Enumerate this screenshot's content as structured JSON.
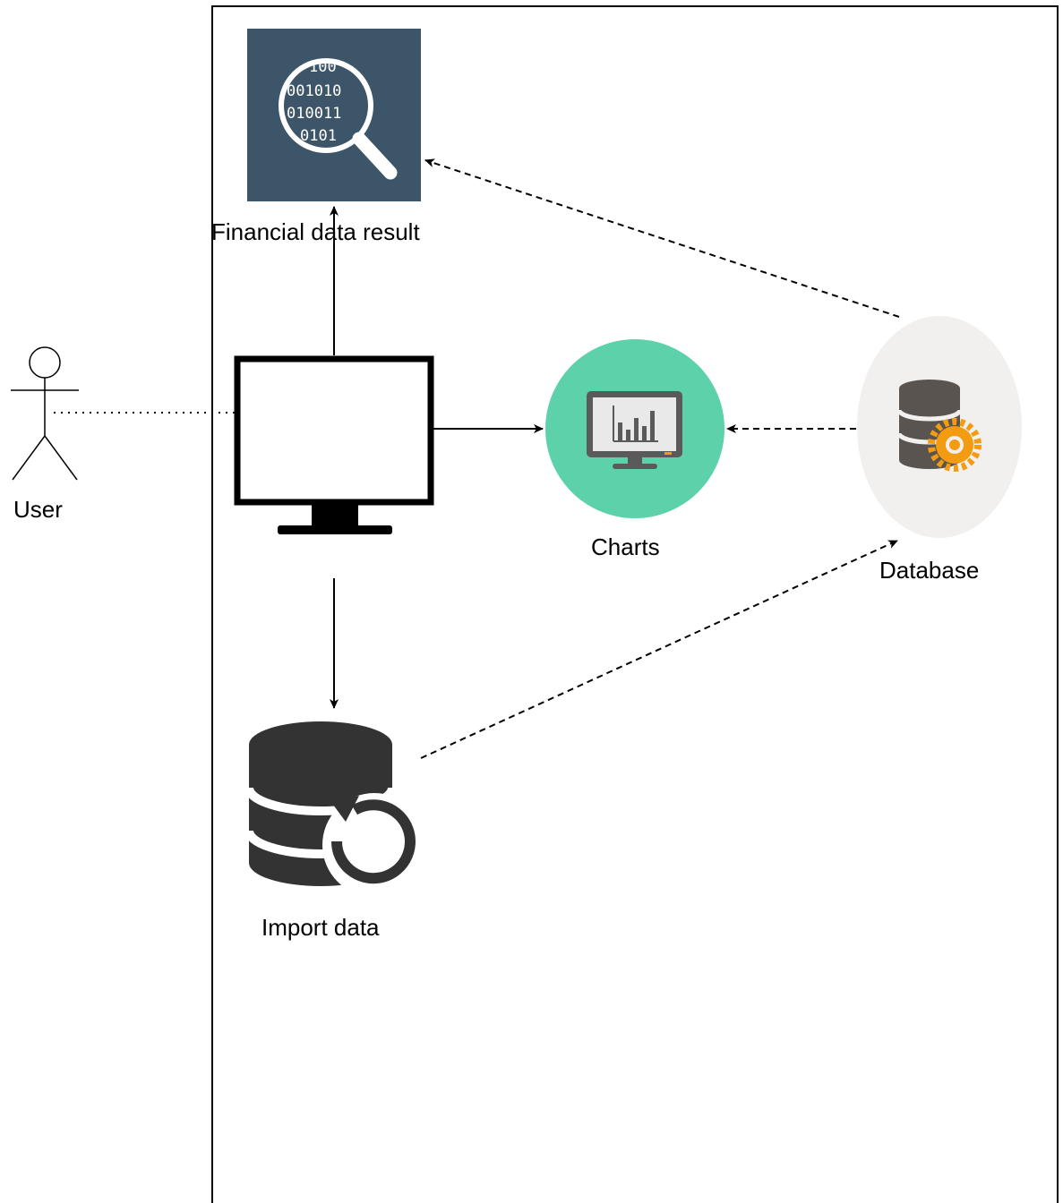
{
  "labels": {
    "user": "User",
    "financial_result": "Financial data result",
    "charts": "Charts",
    "database": "Database",
    "import_data": "Import data"
  },
  "magnifier_binary": [
    "100",
    "001010",
    "010011",
    "0101"
  ],
  "colors": {
    "result_tile": "#3d5568",
    "charts_circle": "#5dd2aa",
    "database_circle": "#f2f0ee",
    "gear": "#f39c12",
    "db_cylinder": "#5a5450",
    "import_icon": "#333333",
    "line": "#000000"
  },
  "icons": {
    "user": "actor-stick-figure-icon",
    "result": "magnifier-binary-icon",
    "monitor": "monitor-icon",
    "charts": "bar-chart-monitor-icon",
    "database": "database-gear-icon",
    "import": "database-refresh-icon"
  }
}
